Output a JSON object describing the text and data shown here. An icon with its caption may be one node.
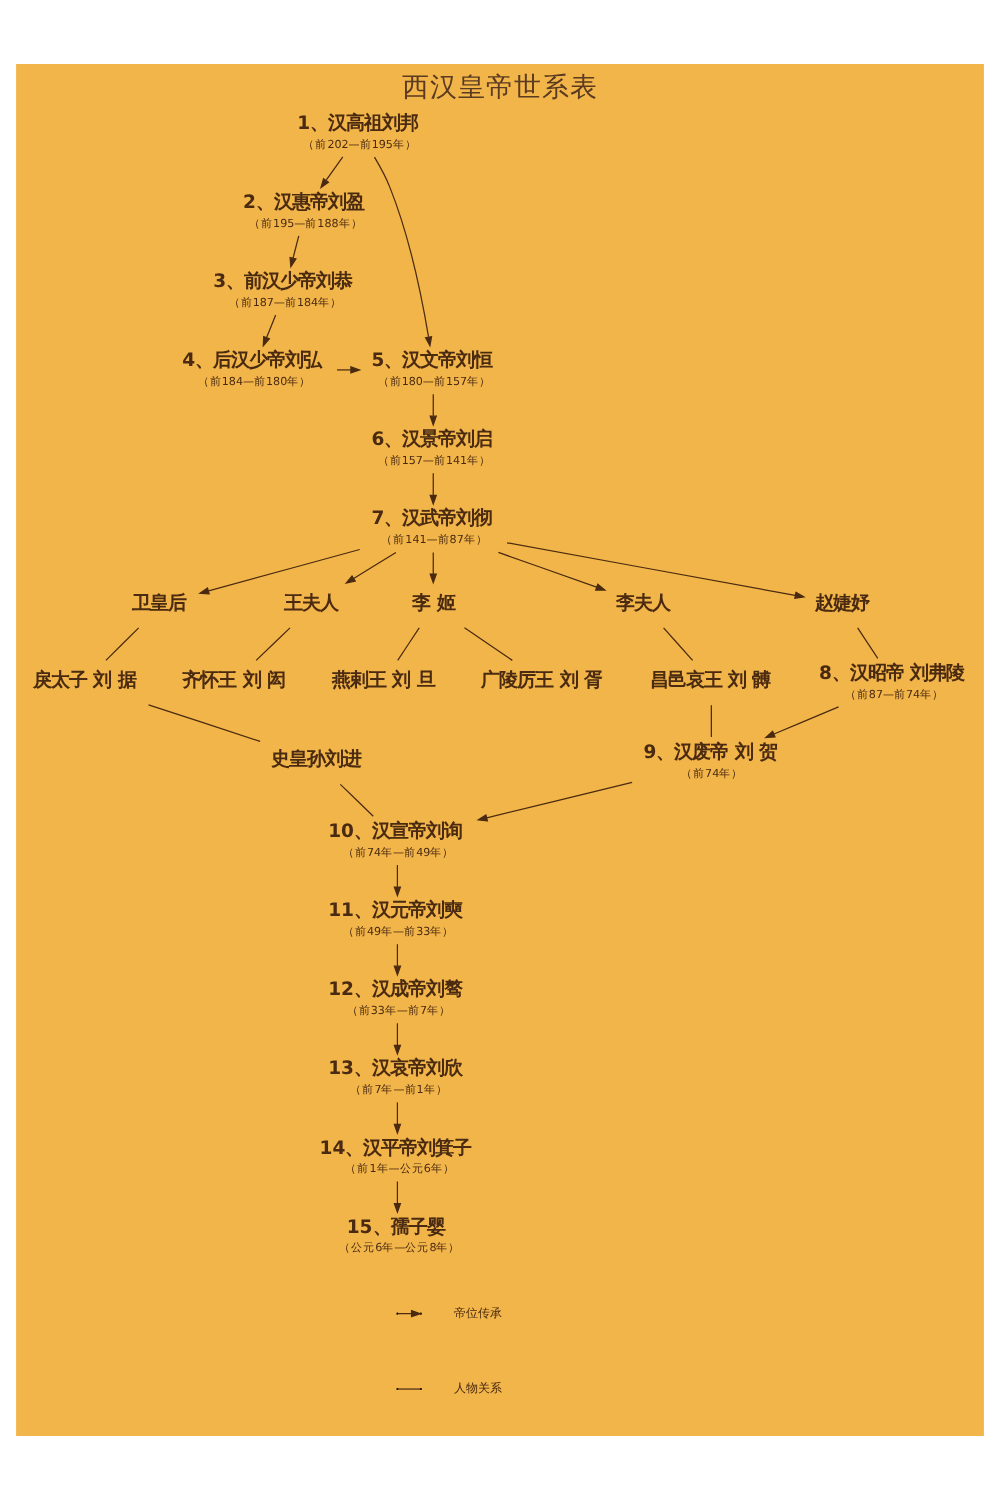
{
  "diagram": {
    "title": "西汉皇帝世系表",
    "nodes": [
      {
        "text": [
          "1、汉高祖刘邦",
          "（前202—前195年）"
        ]
      },
      {
        "text": [
          "2、汉惠帝刘盈",
          "（前195—前188年）"
        ]
      },
      {
        "text": [
          "3、前汉少帝刘恭",
          "（前187—前184年）"
        ]
      },
      {
        "text": [
          "4、后汉少帝刘弘",
          "（前184—前180年）"
        ]
      },
      {
        "text": [
          "5、汉文帝刘恒",
          "（前180—前157年）"
        ]
      },
      {
        "text": [
          "6、汉景帝刘启",
          "（前157—前141年）"
        ]
      },
      {
        "text": [
          "7、汉武帝刘彻",
          "（前141—前87年）"
        ]
      },
      {
        "text": [
          "卫皇后"
        ]
      },
      {
        "text": [
          "王夫人"
        ]
      },
      {
        "text": [
          "李 姬"
        ]
      },
      {
        "text": [
          "李夫人"
        ]
      },
      {
        "text": [
          "赵婕妤"
        ]
      },
      {
        "text": [
          "戾太子 刘 据"
        ]
      },
      {
        "text": [
          "齐怀王 刘 闳"
        ]
      },
      {
        "text": [
          "燕剌王 刘 旦"
        ]
      },
      {
        "text": [
          "广陵厉王 刘 胥"
        ]
      },
      {
        "text": [
          "昌邑哀王 刘 髆"
        ]
      },
      {
        "text": [
          "8、汉昭帝 刘弗陵",
          "（前87—前74年）"
        ]
      },
      {
        "text": [
          "史皇孙刘进"
        ]
      },
      {
        "text": [
          "9、汉废帝 刘 贺",
          "（前74年）"
        ]
      },
      {
        "text": [
          "10、汉宣帝刘询",
          "（前74年—前49年）"
        ]
      },
      {
        "text": [
          "11、汉元帝刘奭",
          "（前49年—前33年）"
        ]
      },
      {
        "text": [
          "12、汉成帝刘骜",
          "（前33年—前7年）"
        ]
      },
      {
        "text": [
          "13、汉哀帝刘欣",
          "（前7年—前1年）"
        ]
      },
      {
        "text": [
          "14、汉平帝刘箕子",
          "（前1年—公元6年）"
        ]
      },
      {
        "text": [
          "15、孺子婴",
          "（公元6年—公元8年）"
        ]
      }
    ],
    "edges": [
      {
        "from": 0,
        "to": 1,
        "arrow": "to"
      },
      {
        "from": 0,
        "to": 4,
        "arrow": "to"
      },
      {
        "from": 1,
        "to": 2,
        "arrow": "to"
      },
      {
        "from": 2,
        "to": 3,
        "arrow": "to"
      },
      {
        "from": 3,
        "to": 4,
        "arrow": "to"
      },
      {
        "from": 4,
        "to": 5,
        "arrow": "to"
      },
      {
        "from": 5,
        "to": 6,
        "arrow": "to"
      },
      {
        "from": 6,
        "to": 7,
        "arrow": "to"
      },
      {
        "from": 6,
        "to": 8,
        "arrow": "to"
      },
      {
        "from": 6,
        "to": 9,
        "arrow": "to"
      },
      {
        "from": 6,
        "to": 10,
        "arrow": "to"
      },
      {
        "from": 6,
        "to": 11,
        "arrow": "to"
      },
      {
        "from": 7,
        "to": 12,
        "arrow": "none"
      },
      {
        "from": 8,
        "to": 13,
        "arrow": "none"
      },
      {
        "from": 9,
        "to": 14,
        "arrow": "none"
      },
      {
        "from": 9,
        "to": 15,
        "arrow": "none"
      },
      {
        "from": 10,
        "to": 16,
        "arrow": "none"
      },
      {
        "from": 11,
        "to": 17,
        "arrow": "none"
      },
      {
        "from": 12,
        "to": 18,
        "arrow": "none"
      },
      {
        "from": 16,
        "to": 19,
        "arrow": "none"
      },
      {
        "from": 17,
        "to": 19,
        "arrow": "to"
      },
      {
        "from": 18,
        "to": 20,
        "arrow": "none"
      },
      {
        "from": 19,
        "to": 20,
        "arrow": "to"
      },
      {
        "from": 20,
        "to": 21,
        "arrow": "to"
      },
      {
        "from": 21,
        "to": 22,
        "arrow": "to"
      },
      {
        "from": 22,
        "to": 23,
        "arrow": "to"
      },
      {
        "from": 23,
        "to": 24,
        "arrow": "to"
      },
      {
        "from": 24,
        "to": 25,
        "arrow": "to"
      }
    ],
    "legend": [
      {
        "text": "帝位传承"
      },
      {
        "text": "人物关系"
      }
    ]
  }
}
